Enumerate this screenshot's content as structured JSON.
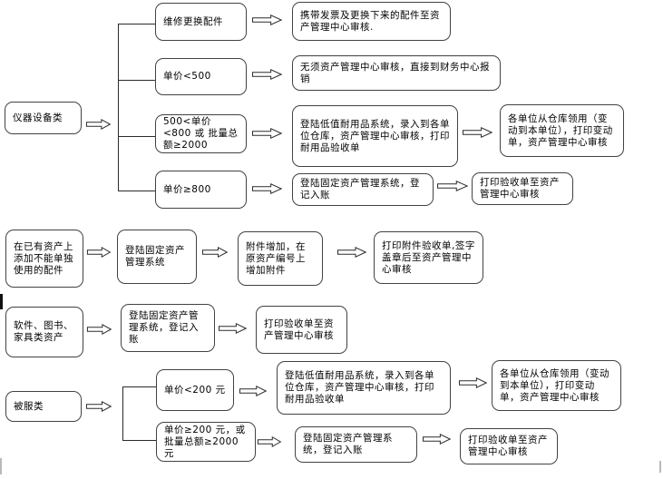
{
  "colors": {
    "background": "#ffffff",
    "box_border": "#424242",
    "connector": "#2b2b2b",
    "text": "#000000"
  },
  "s1": {
    "root": "仪器设备类",
    "branch_repair": "维修更换配件",
    "branch_lt500": "单价<500",
    "branch_500_800": "500<单价<800 或 批量总额≥2000",
    "branch_ge800": "单价≥800",
    "result_invoice": "携带发票及更换下来的配件至资产管理中心审核.",
    "result_no_review": "无须资产管理中心审核，直接到财务中心报销",
    "result_low_value": "登陆低值耐用品系统，录入到各单位仓库，资产管理中心审核，打印耐用品验收单",
    "result_requisition": "各单位从仓库领用（变动到本单位），打印变动单，资产管理中心审核",
    "result_fixed_register": "登陆固定资产管理系统，登记入账",
    "result_print_acceptance": "打印验收单至资产管理中心审核"
  },
  "s2": {
    "root": "在已有资产上添加不能单独使用的配件",
    "login_system": "登陆固定资产管理系统",
    "attachment_add": "附件增加，在原资产编号上增加附件",
    "print_attachment": "打印附件验收单,签字盖章后至资产管理中心审核"
  },
  "s3": {
    "root": "软件、图书、家具类资产",
    "fixed_register": "登陆固定资产管理系统，登记入账",
    "print_acceptance": "打印验收单至资产管理中心审核"
  },
  "s4": {
    "root": "被服类",
    "branch_lt200": "单价<200 元",
    "branch_ge200": "单价≥200 元，或批量总额≥2000 元",
    "result_low_value": "登陆低值耐用品系统，录入到各单位仓库，资产管理中心审核，打印耐用品验收单",
    "result_requisition": "各单位从仓库领用（变动到本单位），打印变动单，资产管理中心审核",
    "result_fixed_register": "登陆固定资产管理系统，登记入账",
    "result_print_acceptance": "打印验收单至资产管理中心审核"
  }
}
